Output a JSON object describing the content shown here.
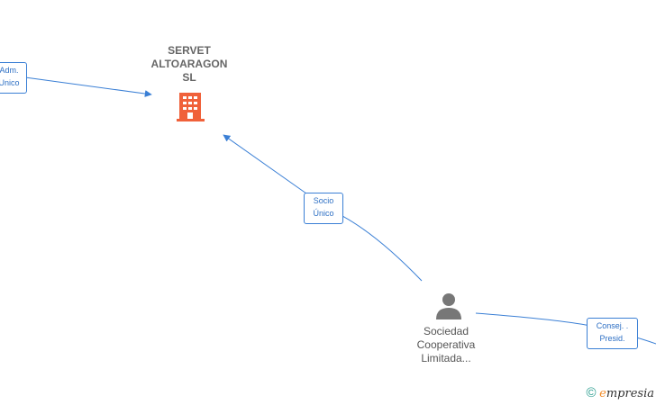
{
  "nodes": {
    "company": {
      "line1": "SERVET",
      "line2": "ALTOARAGON",
      "line3": "SL",
      "icon": "building-icon",
      "color": "#f0613a"
    },
    "person": {
      "line1": "Sociedad",
      "line2": "Cooperativa",
      "line3": "Limitada...",
      "icon": "person-icon",
      "color": "#777777"
    }
  },
  "edges": {
    "adm": {
      "line1": "Adm.",
      "line2": "Unico"
    },
    "socio": {
      "line1": "Socio",
      "line2": "Único"
    },
    "consej": {
      "line1": "Consej. .",
      "line2": "Presid."
    }
  },
  "colors": {
    "edge": "#3a7fd5"
  },
  "watermark": {
    "copyright": "©",
    "brand_initial": "e",
    "brand_rest": "mpresia"
  }
}
